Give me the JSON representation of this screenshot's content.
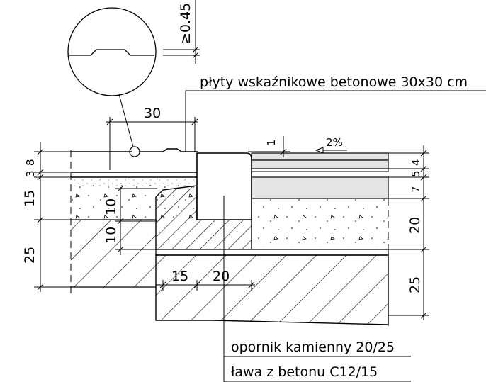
{
  "labels": {
    "tactile_slabs": "płyty wskaźnikowe betonowe 30x30 cm",
    "kerb": "opornik kamienny 20/25",
    "bench": "ława z betonu C12/15"
  },
  "dimensions": {
    "min_height": "≥0.45",
    "slab_width": "30",
    "gap": "1",
    "slope": "2%",
    "left_3": "3",
    "left_8": "8",
    "left_15": "15",
    "left_25": "25",
    "inner_10_a": "10",
    "inner_10_b": "10",
    "bottom_15": "15",
    "bottom_20": "20",
    "right_4": "4",
    "right_5": "5",
    "right_7": "7",
    "right_20": "20",
    "right_25": "25"
  }
}
